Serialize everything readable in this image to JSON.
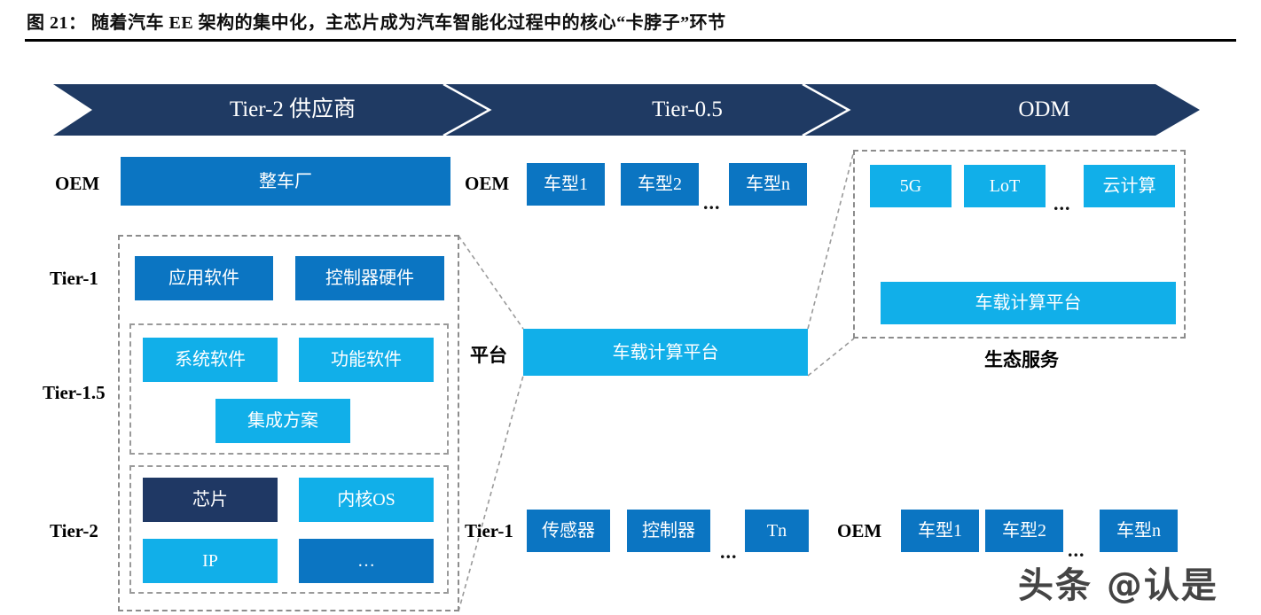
{
  "figure": {
    "title": "图 21： 随着汽车 EE 架构的集中化，主芯片成为汽车智能化过程中的核心“卡脖子”环节",
    "watermark": "头条 @认是"
  },
  "colors": {
    "navy_banner": "#1F3A63",
    "medium_blue": "#0B75C2",
    "light_blue": "#11AFE9",
    "dark_navy_box": "#1F3864",
    "dashed_gray": "#8c8c8c",
    "rule_black": "#000000"
  },
  "banner": {
    "segments": [
      {
        "label": "Tier-2 供应商"
      },
      {
        "label": "Tier-0.5"
      },
      {
        "label": "ODM"
      }
    ]
  },
  "left_column": {
    "oem": {
      "label": "OEM",
      "box": {
        "text": "整车厂",
        "color": "medium"
      }
    },
    "tier1": {
      "label": "Tier-1",
      "boxes": [
        {
          "text": "应用软件",
          "color": "medium"
        },
        {
          "text": "控制器硬件",
          "color": "medium"
        }
      ]
    },
    "tier15": {
      "label": "Tier-1.5",
      "boxes": [
        {
          "text": "系统软件",
          "color": "light"
        },
        {
          "text": "功能软件",
          "color": "light"
        },
        {
          "text": "集成方案",
          "color": "light"
        }
      ]
    },
    "tier2": {
      "label": "Tier-2",
      "boxes": [
        {
          "text": "芯片",
          "color": "dark"
        },
        {
          "text": "内核OS",
          "color": "light"
        },
        {
          "text": "IP",
          "color": "light"
        },
        {
          "text": "…",
          "color": "medium"
        }
      ]
    }
  },
  "middle_column": {
    "oem": {
      "label": "OEM",
      "boxes": [
        {
          "text": "车型1",
          "color": "medium"
        },
        {
          "text": "车型2",
          "color": "medium"
        },
        {
          "text": "车型n",
          "color": "medium"
        }
      ],
      "ellipsis": "..."
    },
    "platform": {
      "label": "平台",
      "box": {
        "text": "车载计算平台",
        "color": "light"
      }
    },
    "tier1": {
      "label": "Tier-1",
      "boxes": [
        {
          "text": "传感器",
          "color": "medium"
        },
        {
          "text": "控制器",
          "color": "medium"
        },
        {
          "text": "Tn",
          "color": "medium"
        }
      ],
      "ellipsis": "..."
    }
  },
  "right_column": {
    "ecosystem": {
      "caption": "生态服务",
      "top_boxes": [
        {
          "text": "5G",
          "color": "light"
        },
        {
          "text": "LoT",
          "color": "light"
        },
        {
          "text": "云计算",
          "color": "light"
        }
      ],
      "ellipsis": "...",
      "bottom_box": {
        "text": "车载计算平台",
        "color": "light"
      }
    },
    "oem": {
      "label": "OEM",
      "boxes": [
        {
          "text": "车型1",
          "color": "medium"
        },
        {
          "text": "车型2",
          "color": "medium"
        },
        {
          "text": "车型n",
          "color": "medium"
        }
      ],
      "ellipsis": "..."
    }
  }
}
